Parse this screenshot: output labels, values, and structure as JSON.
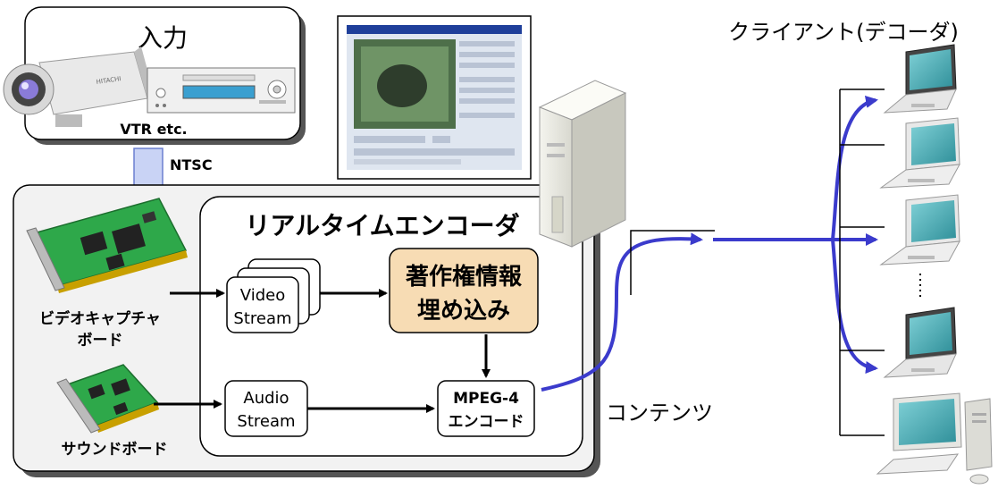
{
  "input": {
    "title": "入力",
    "camera_brand": "HITACHI",
    "vtr_label": "VTR etc."
  },
  "signal": {
    "label": "NTSC"
  },
  "encoder": {
    "title": "リアルタイムエンコーダ",
    "video_stream": [
      "Video",
      "Stream"
    ],
    "audio_stream": [
      "Audio",
      "Stream"
    ],
    "watermark": [
      "著作権情報",
      "埋め込み"
    ],
    "mpeg4": [
      "MPEG-4",
      "エンコード"
    ]
  },
  "boards": {
    "video_capture": [
      "ビデオキャプチャ",
      "ボード"
    ],
    "sound": "サウンドボード"
  },
  "network": {
    "contents_label": "コンテンツ",
    "client_title": "クライアント(デコーダ)"
  },
  "colors": {
    "panel_fill": "#f2f2f2",
    "watermark_fill": "#f7dcb4",
    "flow_blue": "#3b3bcc",
    "arrow_fill": "#c9d3f5",
    "board_green": "#2ea84a",
    "screen_cyan": "#3aa0a8"
  }
}
